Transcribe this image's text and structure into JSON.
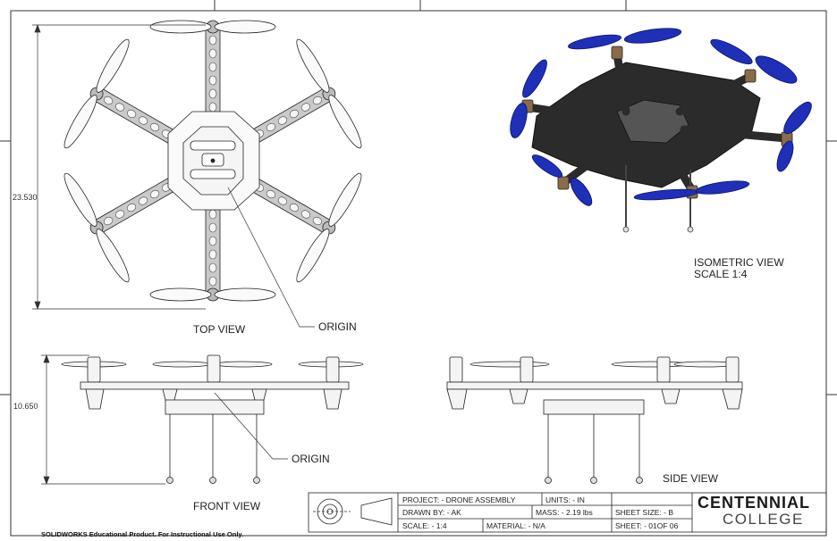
{
  "views": {
    "top": "TOP VIEW",
    "front": "FRONT VIEW",
    "side": "SIDE VIEW",
    "isometric": "ISOMETRIC VIEW",
    "isometric_scale": "SCALE 1:4"
  },
  "callouts": {
    "origin_top": "ORIGIN",
    "origin_front": "ORIGIN"
  },
  "dimensions": {
    "width": "23.530",
    "height": "10.650"
  },
  "title_block": {
    "project": "PROJECT: - DRONE ASSEMBLY",
    "units": "UNITS: - IN",
    "drawn_by": "DRAWN BY: - AK",
    "mass": "MASS: - 2.19 lbs",
    "sheet_size": "SHEET SIZE: -    B",
    "scale": "SCALE: - 1:4",
    "material": "MATERIAL: - N/A",
    "sheet": "SHEET: -    01OF 06"
  },
  "brand": {
    "line1": "CENTENNIAL",
    "line2": "COLLEGE"
  },
  "footer": "SOLIDWORKS Educational Product. For Instructional Use Only.",
  "colors": {
    "line": "#1a1a1a",
    "propeller_iso": "#1f2fb8",
    "frame_iso": "#2b2b2b",
    "arm_fill": "#c9c9c9"
  }
}
